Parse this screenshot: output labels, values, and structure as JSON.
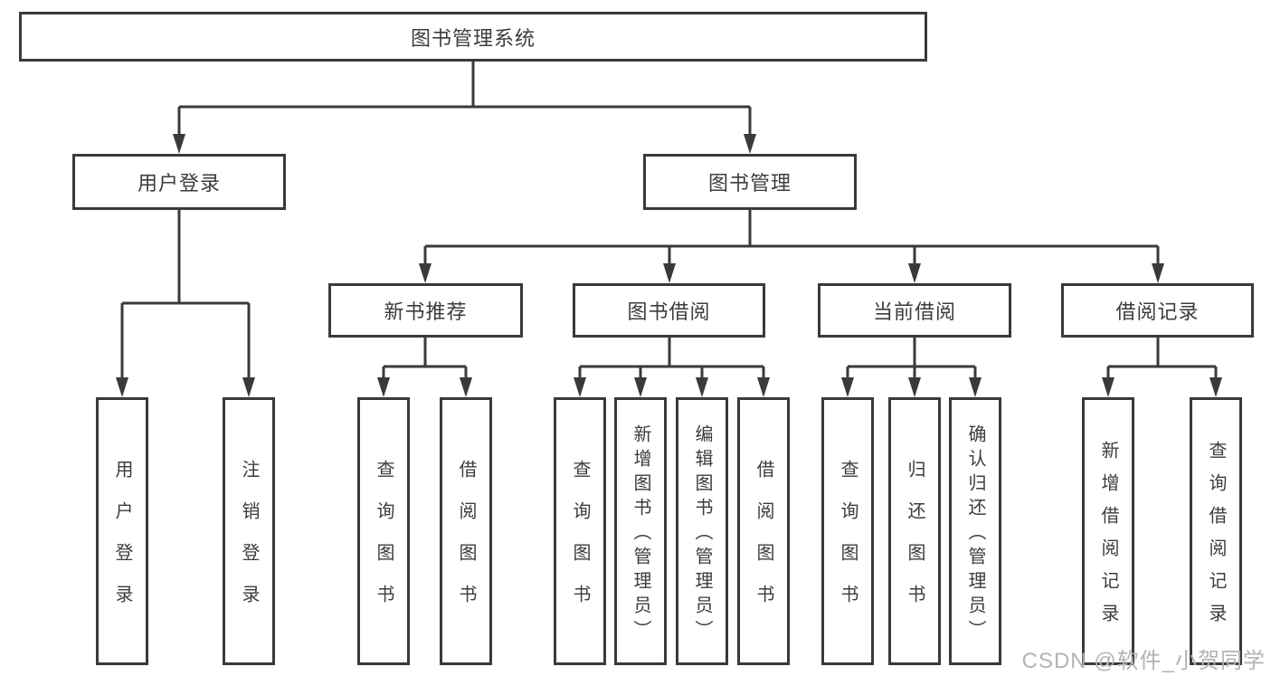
{
  "diagram": {
    "root": {
      "label": "图书管理系统"
    },
    "level2": [
      {
        "id": "user-login",
        "label": "用户登录"
      },
      {
        "id": "book-management",
        "label": "图书管理"
      }
    ],
    "level3": [
      {
        "id": "new-book-recommend",
        "label": "新书推荐"
      },
      {
        "id": "book-borrowing",
        "label": "图书借阅"
      },
      {
        "id": "current-borrowing",
        "label": "当前借阅"
      },
      {
        "id": "borrow-records",
        "label": "借阅记录"
      }
    ],
    "leaves": [
      {
        "parent": "user-login",
        "label": "用户登录"
      },
      {
        "parent": "user-login",
        "label": "注销登录"
      },
      {
        "parent": "new-book-recommend",
        "label": "查询图书"
      },
      {
        "parent": "new-book-recommend",
        "label": "借阅图书"
      },
      {
        "parent": "book-borrowing",
        "label": "查询图书"
      },
      {
        "parent": "book-borrowing",
        "label": "新增图书（管理员）"
      },
      {
        "parent": "book-borrowing",
        "label": "编辑图书（管理员）"
      },
      {
        "parent": "book-borrowing",
        "label": "借阅图书"
      },
      {
        "parent": "current-borrowing",
        "label": "查询图书"
      },
      {
        "parent": "current-borrowing",
        "label": "归还图书"
      },
      {
        "parent": "current-borrowing",
        "label": "确认归还（管理员）"
      },
      {
        "parent": "borrow-records",
        "label": "新增借阅记录"
      },
      {
        "parent": "borrow-records",
        "label": "查询借阅记录"
      }
    ]
  },
  "colors": {
    "line": "#3a3a3a",
    "text": "#3c3c3c",
    "watermark_text": "#b3b3b3",
    "background": "#ffffff"
  },
  "watermark": "CSDN @软件_小贺同学"
}
